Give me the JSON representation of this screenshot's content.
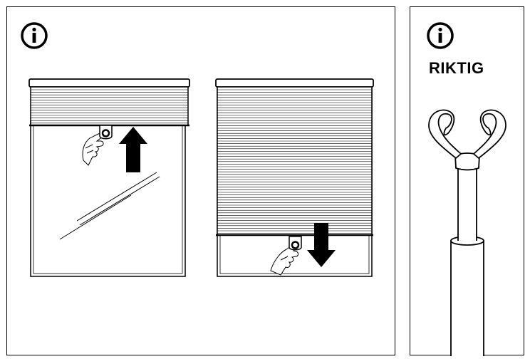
{
  "left_panel": {
    "icon": "info-circle-icon",
    "figures": [
      {
        "state": "blind-raised",
        "action": "push-up",
        "arrow": "up-arrow-icon"
      },
      {
        "state": "blind-lowered",
        "action": "pull-down",
        "arrow": "down-arrow-icon"
      }
    ]
  },
  "right_panel": {
    "icon": "info-circle-icon",
    "label": "RIKTIG",
    "tool": "hook-pole"
  }
}
